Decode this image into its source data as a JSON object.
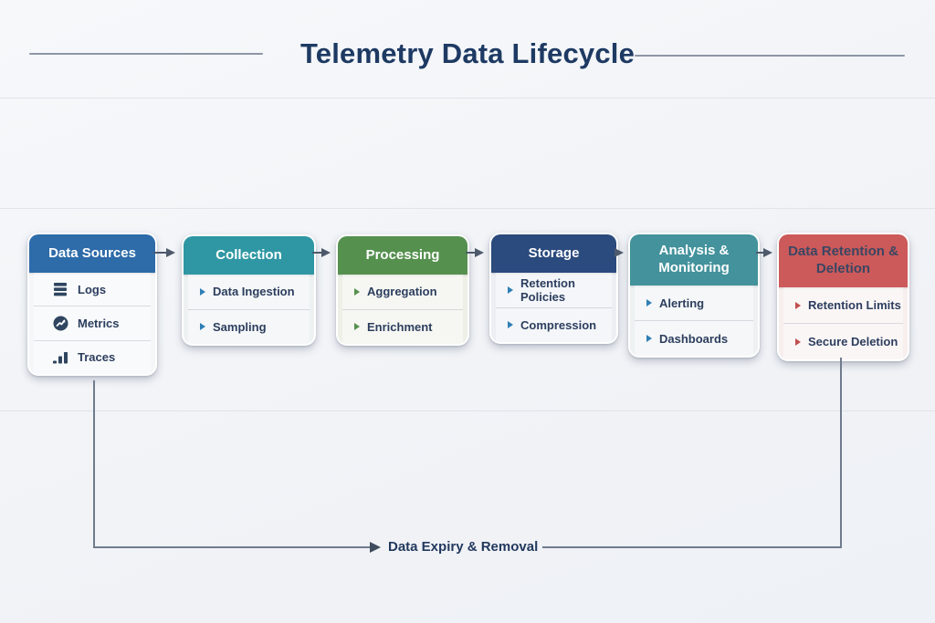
{
  "title": "Telemetry Data Lifecycle",
  "colors": {
    "title_text": "#1e3a63",
    "connector": "#4e5a6c",
    "loop_line": "#707c8d"
  },
  "stages": [
    {
      "label": "Data Sources",
      "header_bg": "#2d6ba9",
      "header_text": "#ffffff",
      "body_bg": "#f4f6f8",
      "accent": "#2f4560",
      "items": [
        {
          "label": "Logs",
          "icon": "logs-icon"
        },
        {
          "label": "Metrics",
          "icon": "metrics-icon"
        },
        {
          "label": "Traces",
          "icon": "traces-icon"
        }
      ]
    },
    {
      "label": "Collection",
      "header_bg": "#2f97a3",
      "header_text": "#ffffff",
      "body_bg": "#edf1f2",
      "accent": "#2f7fb5",
      "items": [
        {
          "label": "Data Ingestion"
        },
        {
          "label": "Sampling"
        }
      ]
    },
    {
      "label": "Processing",
      "header_bg": "#55904f",
      "header_text": "#ffffff",
      "body_bg": "#eef0e7",
      "accent": "#55904f",
      "items": [
        {
          "label": "Aggregation"
        },
        {
          "label": "Enrichment"
        }
      ]
    },
    {
      "label": "Storage",
      "header_bg": "#2b4a7d",
      "header_text": "#ffffff",
      "body_bg": "#eceef4",
      "accent": "#2f7fb5",
      "items": [
        {
          "label": "Retention Policies"
        },
        {
          "label": "Compression"
        }
      ]
    },
    {
      "label": "Analysis & Monitoring",
      "header_bg": "#43929c",
      "header_text": "#ffffff",
      "body_bg": "#edf1f2",
      "accent": "#2f7fb5",
      "items": [
        {
          "label": "Alerting"
        },
        {
          "label": "Dashboards"
        }
      ]
    },
    {
      "label": "Data Retention & Deletion",
      "header_bg": "#cc5a5a",
      "header_text": "#3a4663",
      "body_bg": "#f7eeee",
      "accent": "#c14f4f",
      "items": [
        {
          "label": "Retention Limits"
        },
        {
          "label": "Secure Deletion"
        }
      ]
    }
  ],
  "loop": {
    "label": "Data Expiry & Removal"
  }
}
